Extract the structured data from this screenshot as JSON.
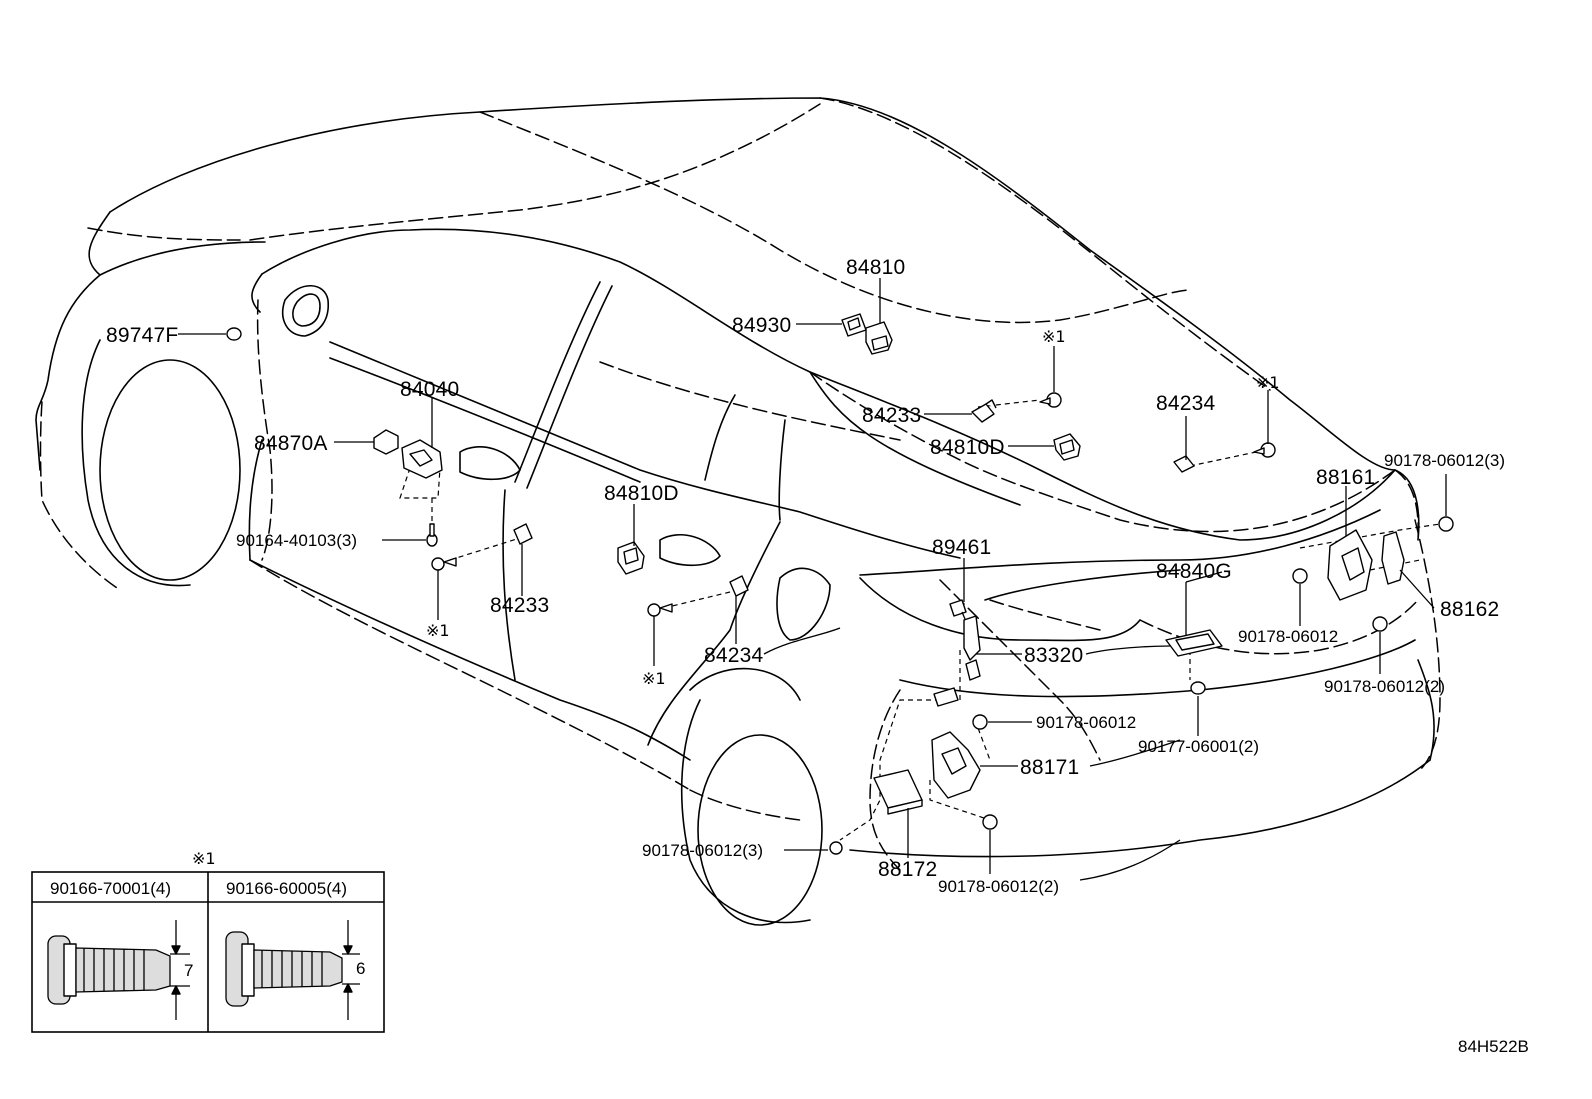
{
  "labels": {
    "p84810": "84810",
    "p84930": "84930",
    "p89747F": "89747F",
    "p84040": "84040",
    "p84870A": "84870A",
    "p90164": "90164-40103(3)",
    "p84233_a": "84233",
    "note_a": "※1",
    "p84233_b": "84233",
    "note_b": "※1",
    "p84810D_a": "84810D",
    "p84234_a": "84234",
    "note_c": "※1",
    "p84810D_b": "84810D",
    "p84234_b": "84234",
    "note_d": "※1",
    "p89461": "89461",
    "p84840G": "84840G",
    "p83320": "83320",
    "p88161": "88161",
    "p90178_3a": "90178-06012(3)",
    "p88162": "88162",
    "p90178_a": "90178-06012",
    "p90178_2a": "90178-06012(2)",
    "p90178_b": "90178-06012",
    "p90177": "90177-06001(2)",
    "p88171": "88171",
    "p90178_3b": "90178-06012(3)",
    "p88172": "88172",
    "p90178_2b": "90178-06012(2)"
  },
  "table": {
    "note": "※1",
    "col1": "90166-70001(4)",
    "col2": "90166-60005(4)",
    "dim1": "7",
    "dim2": "6"
  },
  "code": "84H522B"
}
